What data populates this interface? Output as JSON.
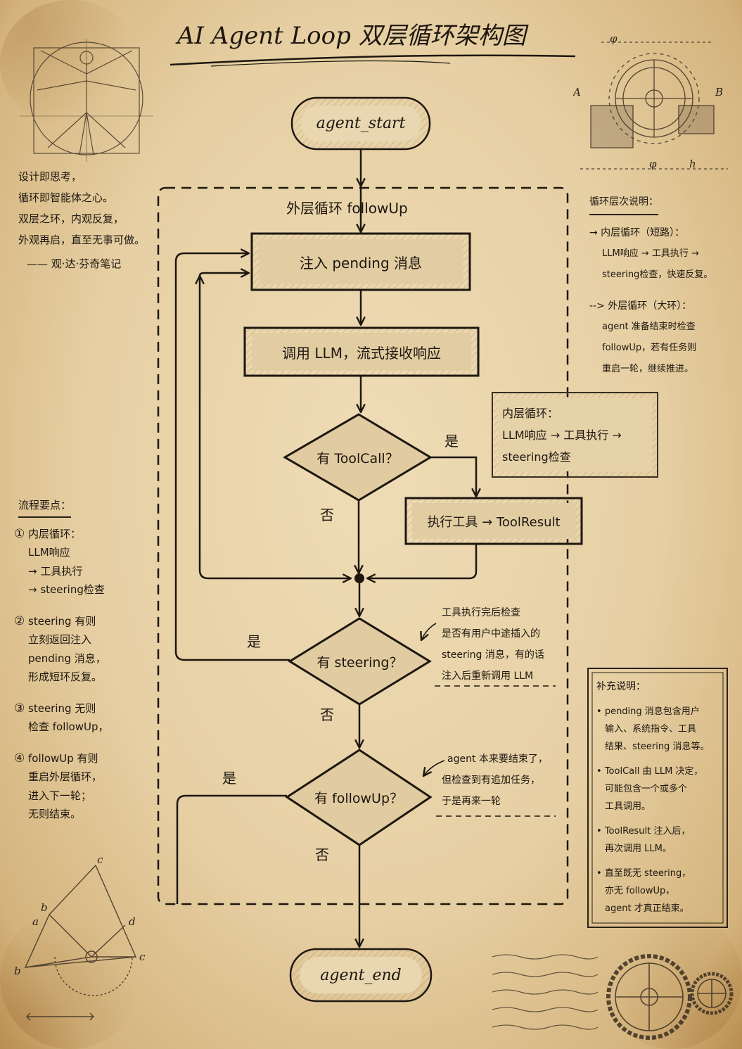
{
  "title": "AI Agent Loop 双层循环架构图",
  "colors": {
    "paper": "#e8d3a8",
    "ink": "#1d1710",
    "node_fill": "#dcc59a",
    "hatch": "#8a7352"
  },
  "flow": {
    "start": "agent_start",
    "end": "agent_end",
    "outer_loop_label": "外层循环 followUp",
    "inject_pending": "注入 pending 消息",
    "call_llm": "调用 LLM，流式接收响应",
    "decision_toolcall": "有 ToolCall？",
    "execute_tool": "执行工具 → ToolResult",
    "decision_steering": "有 steering？",
    "decision_followup": "有 followUp？",
    "yes": "是",
    "no": "否"
  },
  "inner_loop_box": {
    "lines": [
      "内层循环：",
      "LLM响应 → 工具执行 →",
      "steering检查"
    ]
  },
  "steering_annotation": {
    "lines": [
      "工具执行完后检查",
      "是否有用户中途插入的",
      "steering 消息，有的话",
      "注入后重新调用 LLM"
    ]
  },
  "followup_annotation": {
    "lines": [
      "agent 本来要结束了，",
      "但检查到有追加任务，",
      "于是再来一轮"
    ]
  },
  "quote": {
    "lines": [
      "设计即思考，",
      "循环即智能体之心。",
      "双层之环，内观反复，",
      "外观再启，直至无事可做。"
    ],
    "attribution": "—— 观·达·芬奇笔记"
  },
  "legend": {
    "heading": "循环层次说明：",
    "inner_title": "→ 内层循环（短路）：",
    "inner_lines": [
      "LLM响应 → 工具执行 →",
      "steering检查，快速反复。"
    ],
    "outer_title": "--> 外层循环（大环）：",
    "outer_lines": [
      "agent 准备结束时检查",
      "followUp，若有任务则",
      "重启一轮，继续推进。"
    ]
  },
  "key_points": {
    "heading": "流程要点：",
    "items": [
      {
        "num": "①",
        "lines": [
          "内层循环：",
          "LLM响应",
          "→ 工具执行",
          "→ steering检查"
        ]
      },
      {
        "num": "②",
        "lines": [
          "steering 有则",
          "立刻返回注入",
          "pending 消息，",
          "形成短环反复。"
        ]
      },
      {
        "num": "③",
        "lines": [
          "steering 无则",
          "检查 followUp，"
        ]
      },
      {
        "num": "④",
        "lines": [
          "followUp 有则",
          "重启外层循环，",
          "进入下一轮；",
          "无则结束。"
        ]
      }
    ]
  },
  "supplement": {
    "heading": "补充说明：",
    "items": [
      [
        "pending 消息包含用户",
        "输入、系统指令、工具",
        "结果、steering 消息等。"
      ],
      [
        "ToolCall 由 LLM 决定，",
        "可能包含一个或多个",
        "工具调用。"
      ],
      [
        "ToolResult 注入后，",
        "再次调用 LLM。"
      ],
      [
        "直至既无 steering，",
        "亦无 followUp，",
        "agent 才真正结束。"
      ]
    ]
  },
  "gear_sketch_labels": [
    "φ",
    "A",
    "B",
    "φ",
    "h"
  ],
  "geometry_sketch_labels": [
    "c",
    "a",
    "b",
    "d",
    "c",
    "b"
  ]
}
